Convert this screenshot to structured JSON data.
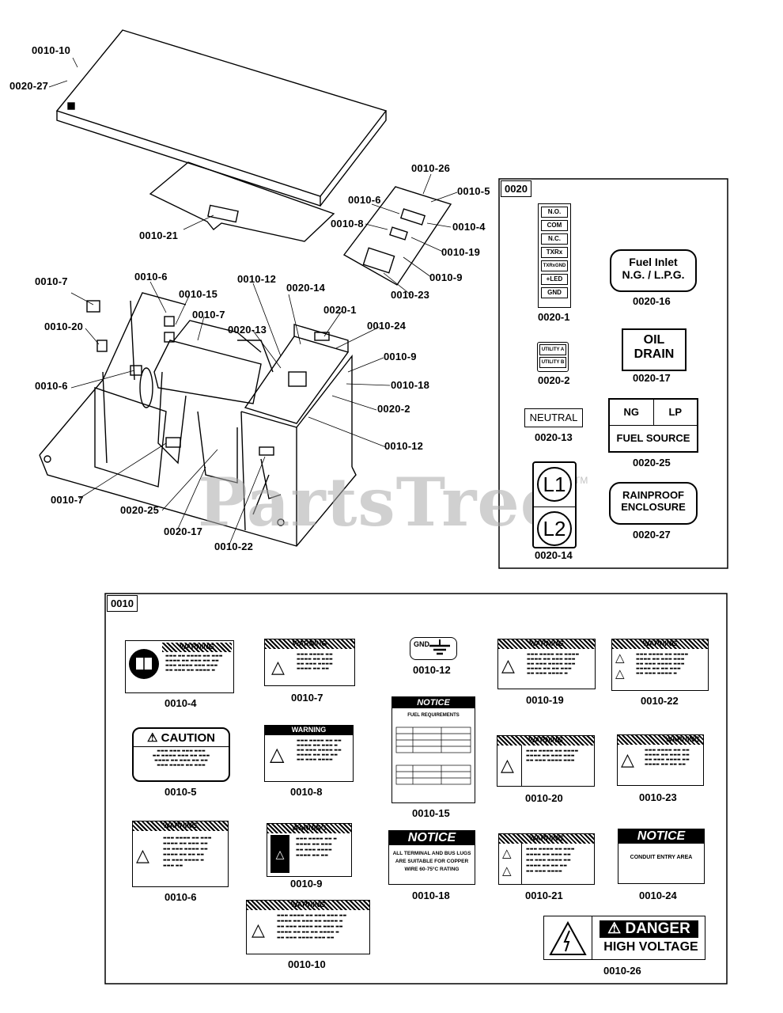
{
  "watermark": {
    "text": "PartsTree",
    "tm": "TM"
  },
  "callouts": [
    "0010-10",
    "0020-27",
    "0010-21",
    "0010-26",
    "0010-5",
    "0010-6",
    "0010-8",
    "0010-4",
    "0010-19",
    "0010-9",
    "0010-23",
    "0010-7",
    "0010-6",
    "0010-15",
    "0010-12",
    "0020-14",
    "0010-7",
    "0010-20",
    "0020-1",
    "0020-13",
    "0010-24",
    "0010-9",
    "0010-6",
    "0010-18",
    "0020-2",
    "0010-12",
    "0010-7",
    "0020-25",
    "0020-17",
    "0010-22"
  ],
  "box_0020": {
    "tag": "0020",
    "terminal_strip": [
      "N.O.",
      "COM",
      "N.C.",
      "TXRx",
      "TXRxGND",
      "+LED",
      "GND"
    ],
    "fuel_inlet": [
      "Fuel Inlet",
      "N.G. / L.P.G."
    ],
    "utility": [
      "UTILITY A",
      "UTILITY B"
    ],
    "oil_drain": [
      "OIL",
      "DRAIN"
    ],
    "neutral": "NEUTRAL",
    "fuel_source": {
      "left": "NG",
      "right": "LP",
      "bottom": "FUEL SOURCE"
    },
    "l1": "L1",
    "l2": "L2",
    "rainproof": [
      "RAINPROOF",
      "ENCLOSURE"
    ],
    "captions": {
      "c1": "0020-1",
      "c16": "0020-16",
      "c2": "0020-2",
      "c17": "0020-17",
      "c13": "0020-13",
      "c25": "0020-25",
      "c14": "0020-14",
      "c27": "0020-27"
    }
  },
  "box_0010": {
    "tag": "0010",
    "warning": "WARNING",
    "caution": "CAUTION",
    "notice": "NOTICE",
    "gnd": "GND",
    "fuel_req": "FUEL REQUIREMENTS",
    "notice_16": [
      "ALL TERMINAL AND BUS LUGS",
      "ARE SUITABLE FOR COPPER",
      "WIRE 60-75°C RATING"
    ],
    "notice_24": "CONDUIT ENTRY AREA",
    "danger": "DANGER",
    "high_voltage": "HIGH VOLTAGE",
    "captions": {
      "c4": "0010-4",
      "c7": "0010-7",
      "c12": "0010-12",
      "c19": "0010-19",
      "c22": "0010-22",
      "c5": "0010-5",
      "c8": "0010-8",
      "c15": "0010-15",
      "c20": "0010-20",
      "c23": "0010-23",
      "c6": "0010-6",
      "c9": "0010-9",
      "c18": "0010-18",
      "c21": "0010-21",
      "c24": "0010-24",
      "c10": "0010-10",
      "c26": "0010-26"
    }
  }
}
